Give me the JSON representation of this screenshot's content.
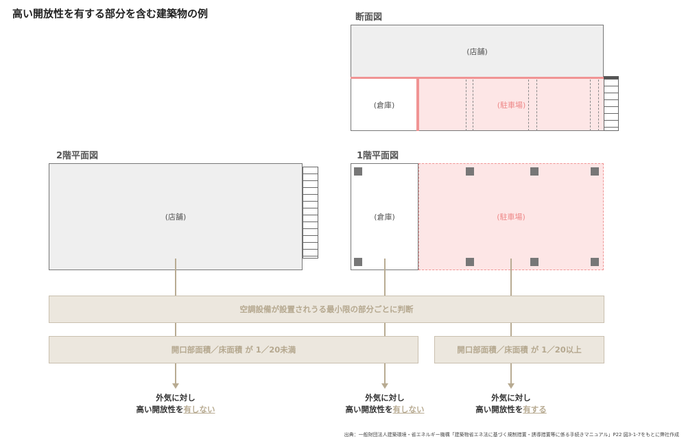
{
  "title": "高い開放性を有する部分を含む建築物の例",
  "section_view": {
    "label": "断面図",
    "store": "(店舗)",
    "warehouse": "(倉庫)",
    "parking": "(駐車場)"
  },
  "floor2": {
    "label": "2階平面図",
    "store": "(店舗)"
  },
  "floor1": {
    "label": "1階平面図",
    "warehouse": "(倉庫)",
    "parking": "(駐車場)"
  },
  "judgement_bar": "空調設備が設置されうる最小限の部分ごとに判断",
  "ratio_under": "開口部面積／床面積 が 1／20未満",
  "ratio_over": "開口部面積／床面積 が 1／20以上",
  "conclusions": [
    {
      "line1": "外気に対し",
      "line2_prefix": "高い開放性を",
      "line2_emph": "有しない"
    },
    {
      "line1": "外気に対し",
      "line2_prefix": "高い開放性を",
      "line2_emph": "有しない"
    },
    {
      "line1": "外気に対し",
      "line2_prefix": "高い開放性を",
      "line2_emph": "有する"
    }
  ],
  "source": "出典：一般財団法人建築環境・省エネルギー機構「建築物省エネ法に基づく規制措置・誘導措置等に係る手続きマニュアル」P22 図3-1-7をもとに弊社作成",
  "colors": {
    "accent_tan": "#b8ab92",
    "pink_fill": "#fde6e6",
    "pink_line": "#f09494",
    "gray_fill": "#efefef"
  }
}
